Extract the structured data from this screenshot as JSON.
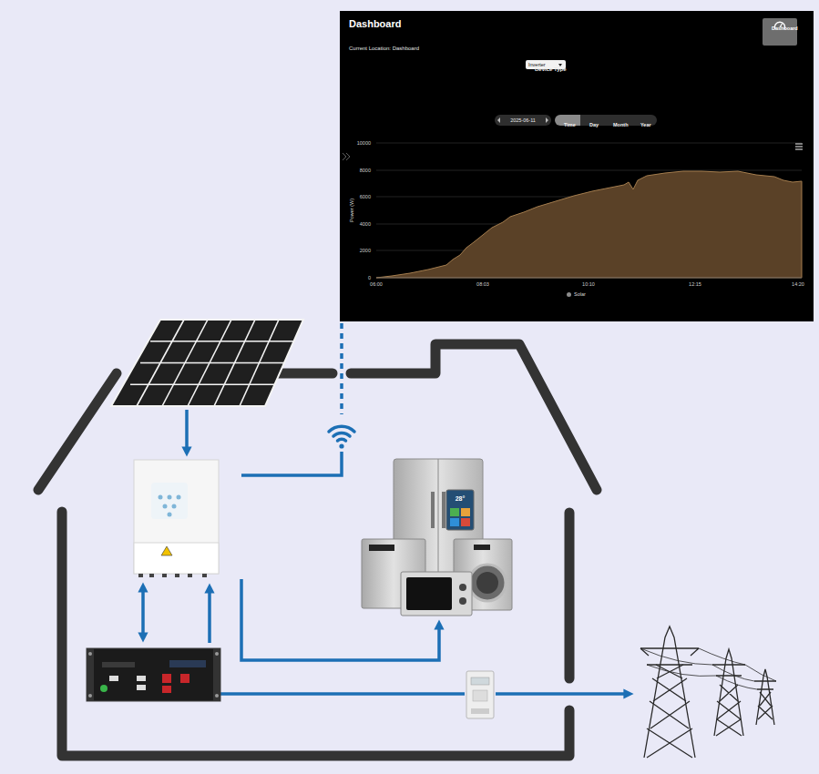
{
  "diagram": {
    "nodes": [
      {
        "text": [
          "Dashboard",
          "Current Location: Dashboard"
        ]
      },
      {
        "text": [
          "Dashboard"
        ],
        "in": 0
      },
      {
        "text": [
          "Device Type",
          "Inverter"
        ],
        "in": 0
      },
      {
        "text": [
          "2025-06-11"
        ],
        "in": 0
      },
      {
        "text": [
          "Time"
        ],
        "in": 0
      },
      {
        "text": [
          "Day"
        ],
        "in": 0
      },
      {
        "text": [
          "Month"
        ],
        "in": 0
      },
      {
        "text": [
          "Year"
        ],
        "in": 0
      }
    ],
    "labels": [
      "10000",
      "8000",
      "6000",
      "4000",
      "2000",
      "0",
      "Power (W)",
      "06:00",
      "08:03",
      "10:10",
      "12:15",
      "14:20",
      "28°"
    ],
    "legend": [
      {
        "text": "Solar",
        "color": "#8c8c8c"
      }
    ]
  }
}
